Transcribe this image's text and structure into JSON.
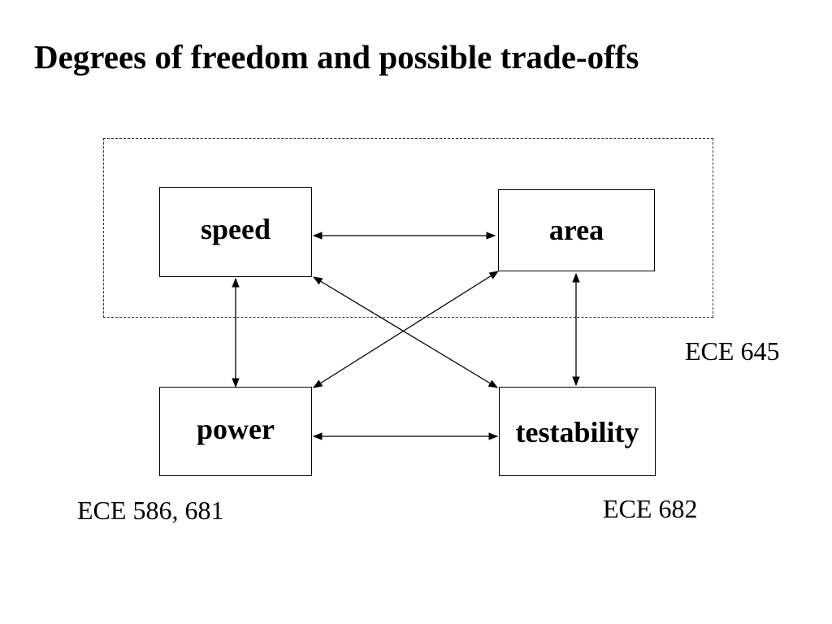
{
  "title": "Degrees of freedom and possible trade-offs",
  "nodes": {
    "speed": "speed",
    "area": "area",
    "power": "power",
    "testability": "testability"
  },
  "courses": {
    "ece645": "ECE 645",
    "ece586_681": "ECE 586, 681",
    "ece682": "ECE 682"
  },
  "edges": [
    [
      "speed",
      "area"
    ],
    [
      "speed",
      "power"
    ],
    [
      "area",
      "testability"
    ],
    [
      "power",
      "testability"
    ],
    [
      "speed",
      "testability"
    ],
    [
      "area",
      "power"
    ]
  ]
}
